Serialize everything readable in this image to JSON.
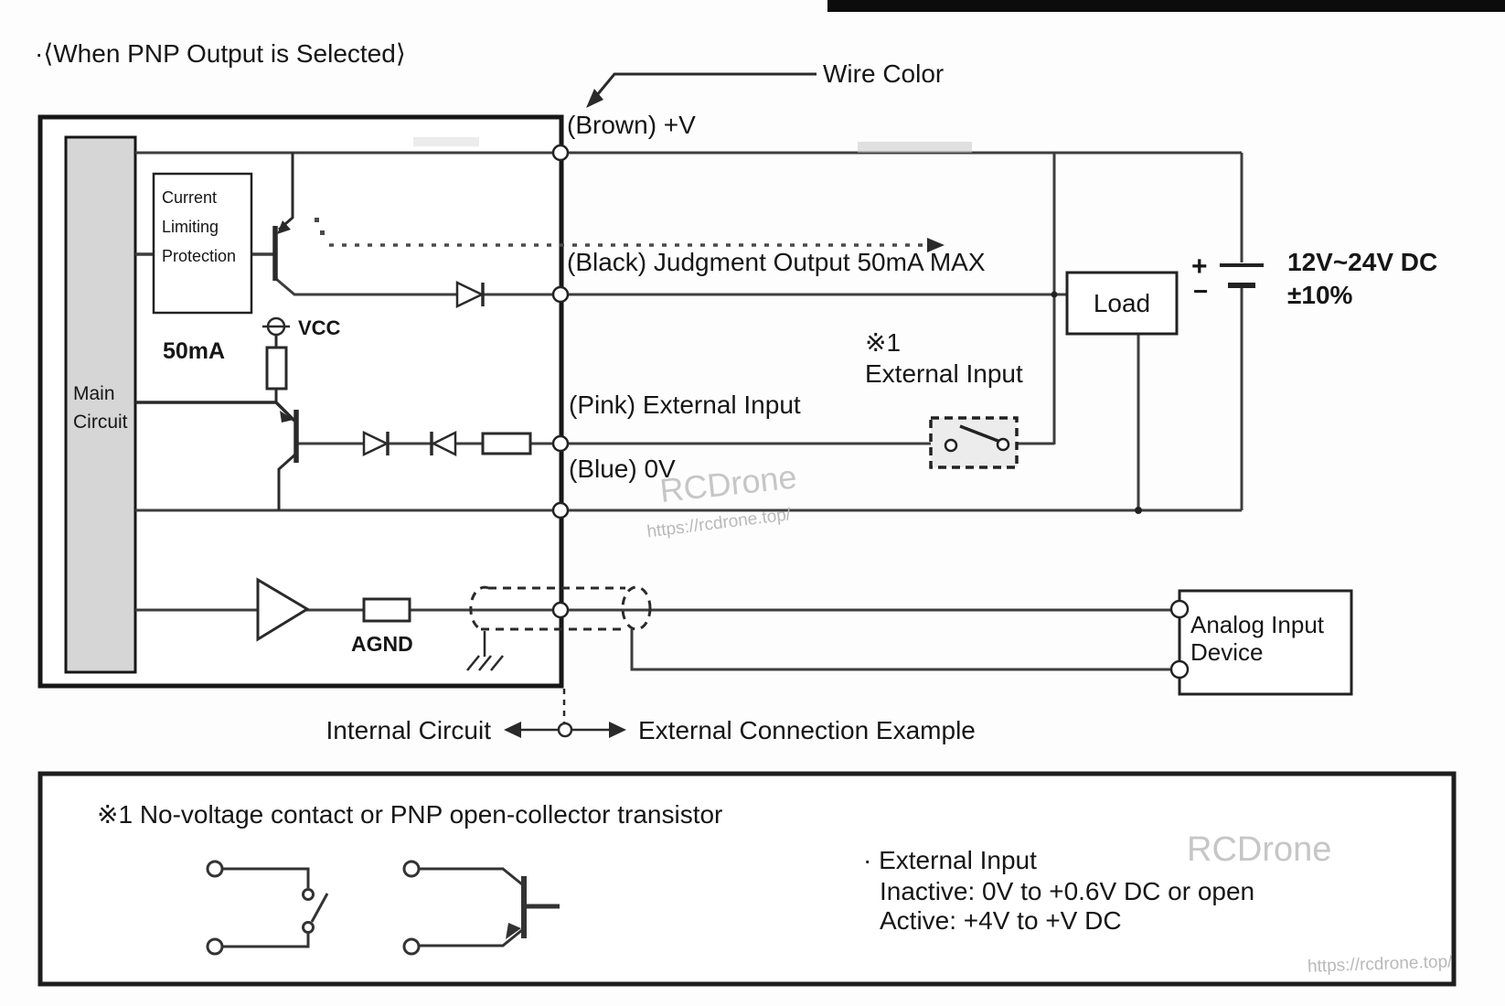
{
  "title": "·⟨When PNP Output is Selected⟩",
  "annotations": {
    "wire_color": "Wire Color"
  },
  "wires": {
    "brown": "(Brown) +V",
    "black": "(Black) Judgment Output 50mA MAX",
    "pink": "(Pink) External Input",
    "blue": "(Blue) 0V"
  },
  "internal": {
    "main_circuit": [
      "Main",
      "Circuit"
    ],
    "clp": [
      "Current",
      "Limiting",
      "Protection"
    ],
    "current_limit": "50mA",
    "vcc": "VCC",
    "agnd": "AGND"
  },
  "external": {
    "ext_input_ref": "※1",
    "ext_input_label": "External Input",
    "load": "Load",
    "power_plus": "+",
    "power_minus": "−",
    "power_spec_line1": "12V~24V DC",
    "power_spec_line2": "±10%",
    "analog_device": [
      "Analog Input",
      "Device"
    ]
  },
  "boundary": {
    "left": "Internal Circuit",
    "right": "External Connection Example"
  },
  "note": {
    "title": "※1 No-voltage contact or PNP open-collector transistor",
    "ext_input_title": "· External Input",
    "inactive": "Inactive: 0V to +0.6V DC or open",
    "active": "Active: +4V to +V DC"
  },
  "watermark": {
    "brand": "RCDrone",
    "url": "https://rcdrone.top/"
  },
  "colors": {
    "wire": "#3d3d3d",
    "border": "#171717",
    "switch_fill": "#ececec",
    "bar_fill": "#d6d6d6"
  }
}
